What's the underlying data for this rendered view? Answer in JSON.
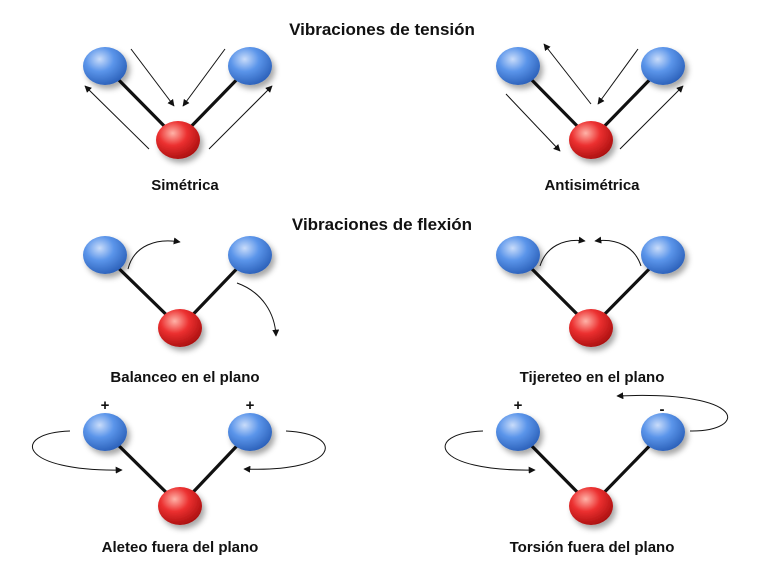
{
  "headings": {
    "stretching": "Vibraciones de tensión",
    "bending": "Vibraciones de flexión"
  },
  "modes": [
    {
      "key": "symmetric",
      "label": "Simétrica"
    },
    {
      "key": "antisymmetric",
      "label": "Antisimétrica"
    },
    {
      "key": "rocking",
      "label": "Balanceo en el plano"
    },
    {
      "key": "scissoring",
      "label": "Tijereteo en el plano"
    },
    {
      "key": "wagging",
      "label": "Aleteo fuera del plano",
      "signs": [
        "+",
        "+"
      ]
    },
    {
      "key": "twisting",
      "label": "Torsión fuera del plano",
      "signs": [
        "+",
        "-"
      ]
    }
  ],
  "colors": {
    "hydrogen": "#4a86e0",
    "oxygen": "#e02a2a",
    "bond": "#111111",
    "arrow": "#111111"
  }
}
